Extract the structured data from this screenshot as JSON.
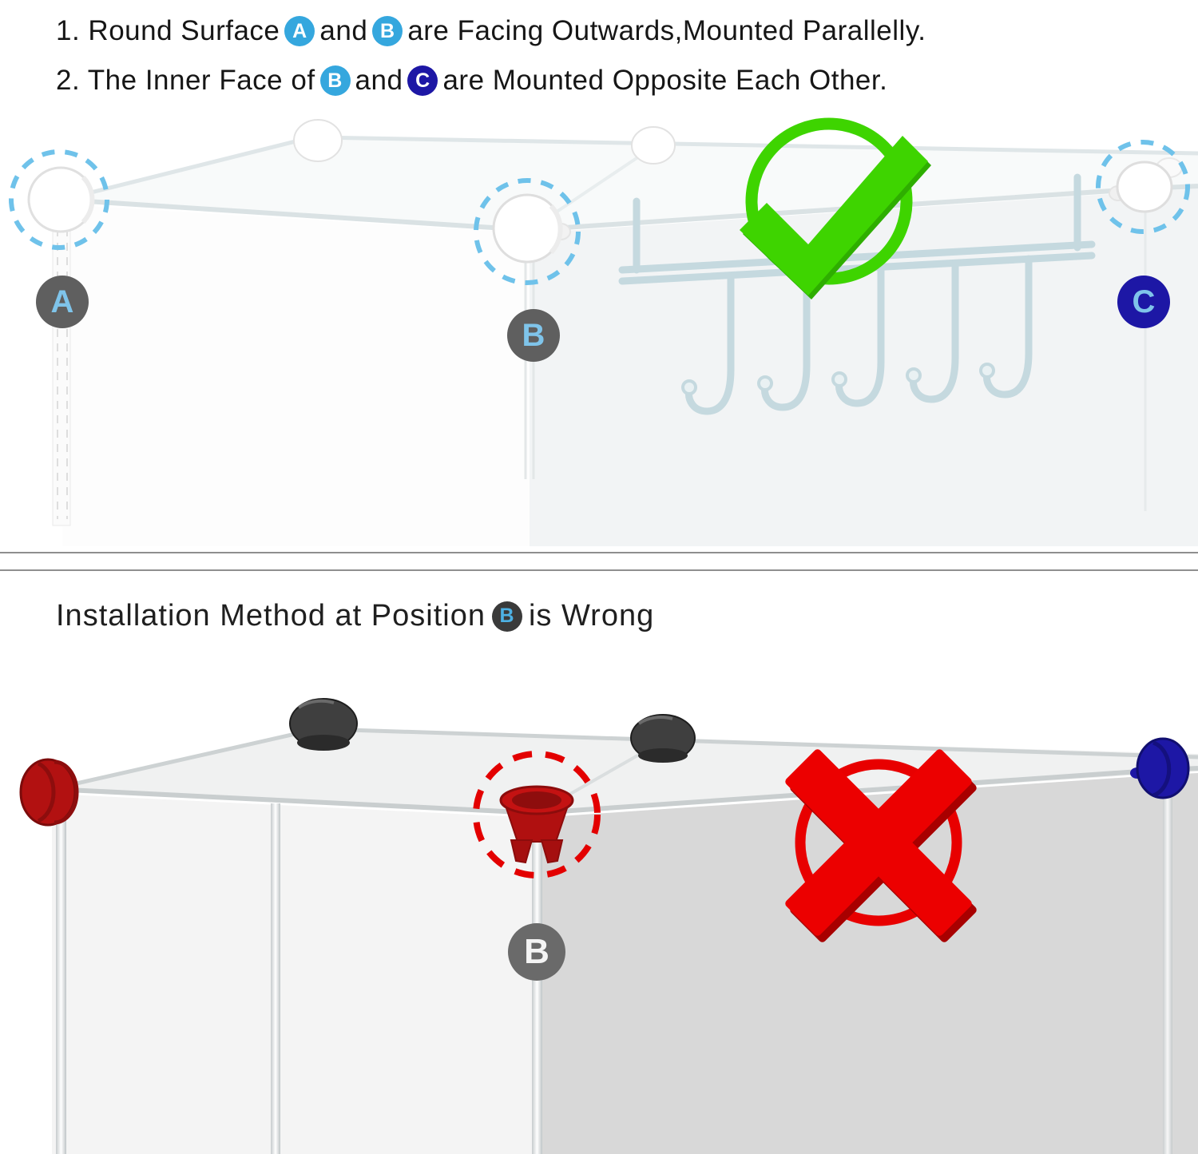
{
  "colors": {
    "accent_blue": "#35a7de",
    "navy_blue": "#1d17a5",
    "label_gray": "#5f5f5f",
    "check_green": "#3ed400",
    "cross_red": "#e80000",
    "connector_red": "#b21111",
    "rack_blue": "#c5d9df"
  },
  "top_panel": {
    "instructions": [
      {
        "lead": "1. Round Surface",
        "badge1": "A",
        "mid": "and",
        "badge2": "B",
        "tail": "are Facing Outwards,Mounted Parallelly."
      },
      {
        "lead": "2. The Inner Face of",
        "badge1": "B",
        "mid": "and",
        "badge2": "C",
        "tail": "are Mounted Opposite Each Other."
      }
    ],
    "position_labels": {
      "a": "A",
      "b": "B",
      "c": "C"
    }
  },
  "bottom_panel": {
    "title": {
      "lead": "Installation Method at Position",
      "badge": "B",
      "tail": "is Wrong"
    },
    "position_label_b": "B"
  }
}
